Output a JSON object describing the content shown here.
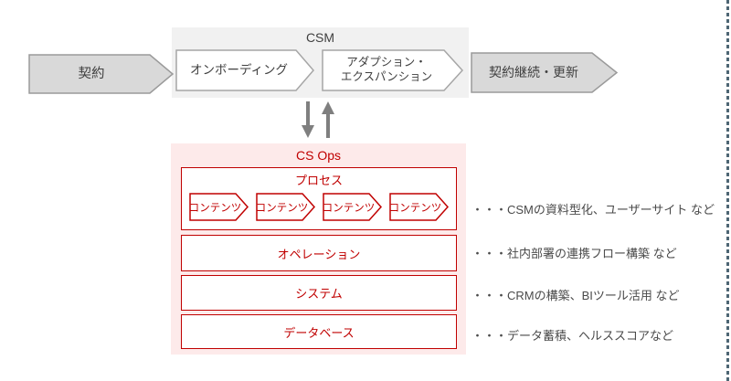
{
  "colors": {
    "accent_red": "#c00000",
    "pink_bg": "#fdeaea",
    "gray_fill": "#d9d9d9",
    "gray_border": "#9a9a9a",
    "csm_bg": "#f1f1f1",
    "updown_arrow": "#7f7f7f",
    "text_dark": "#404040",
    "edge_line": "#4e6674"
  },
  "top_flow": {
    "contract_label": "契約",
    "csm_group_label": "CSM",
    "onboarding_label": "オンボーディング",
    "adoption_label": "アダプション・\nエクスパンション",
    "renewal_label": "契約継続・更新"
  },
  "cs_ops": {
    "group_label": "CS Ops",
    "process_label": "プロセス",
    "content_items": [
      "コンテンツ",
      "コンテンツ",
      "コンテンツ",
      "コンテンツ"
    ],
    "layer_labels": [
      "オペレーション",
      "システム",
      "データベース"
    ]
  },
  "annotations": [
    "・・・CSMの資料型化、ユーザーサイト など",
    "・・・社内部署の連携フロー構築 など",
    "・・・CRMの構築、BIツール活用 など",
    "・・・データ蓄積、ヘルススコアなど"
  ]
}
